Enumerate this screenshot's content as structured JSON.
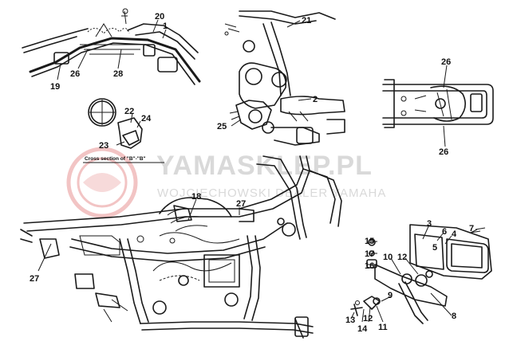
{
  "watermark": {
    "title": "YAMASKLEP.PL",
    "subtitle": "WOJCIECHOWSKI DEALER YAMAHA",
    "logo_color": "#f2c4c4",
    "text_color": "#d9d9d9"
  },
  "cross_section_caption": "Cross section of \"B\"-\"B\"",
  "callouts": {
    "c1": "1",
    "c2": "2",
    "c3": "3",
    "c4": "4",
    "c5": "5",
    "c6": "6",
    "c7": "7",
    "c8": "8",
    "c9": "9",
    "c10": "10",
    "c11": "11",
    "c12": "12",
    "c12b": "12",
    "c13": "13",
    "c14": "14",
    "c15": "15",
    "c16": "16",
    "c17": "17",
    "c18": "18",
    "c19": "19",
    "c20": "20",
    "c21": "21",
    "c22": "22",
    "c23": "23",
    "c24": "24",
    "c25": "25",
    "c26a": "26",
    "c26b": "26",
    "c26c": "26",
    "c27a": "27",
    "c27b": "27",
    "c28": "28"
  }
}
